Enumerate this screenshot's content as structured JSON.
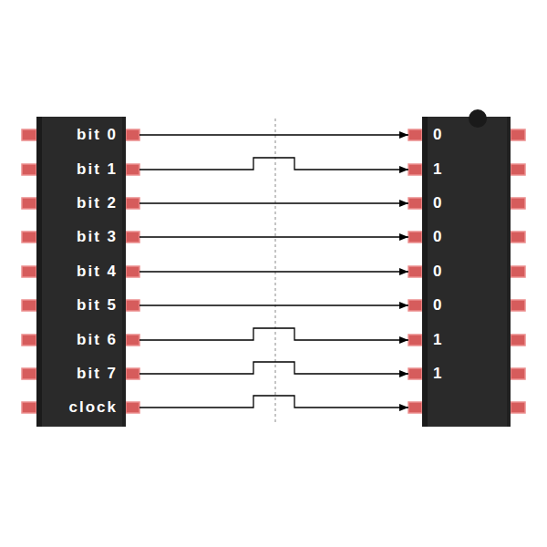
{
  "diagram": {
    "nodes": [
      {
        "text": [
          "bit 0",
          "bit 1",
          "bit 2",
          "bit 3",
          "bit 4",
          "bit 5",
          "bit 6",
          "bit 7",
          "clock"
        ]
      },
      {
        "text": [
          "0",
          "1",
          "0",
          "0",
          "0",
          "0",
          "1",
          "1"
        ]
      }
    ],
    "edges": [
      {
        "from": 0,
        "to": 1,
        "arrow": "to"
      },
      {
        "from": 0,
        "to": 1,
        "arrow": "to"
      },
      {
        "from": 0,
        "to": 1,
        "arrow": "to"
      },
      {
        "from": 0,
        "to": 1,
        "arrow": "to"
      },
      {
        "from": 0,
        "to": 1,
        "arrow": "to"
      },
      {
        "from": 0,
        "to": 1,
        "arrow": "to"
      },
      {
        "from": 0,
        "to": 1,
        "arrow": "to"
      },
      {
        "from": 0,
        "to": 1,
        "arrow": "to"
      },
      {
        "from": 0,
        "to": 1,
        "arrow": "to"
      }
    ]
  }
}
